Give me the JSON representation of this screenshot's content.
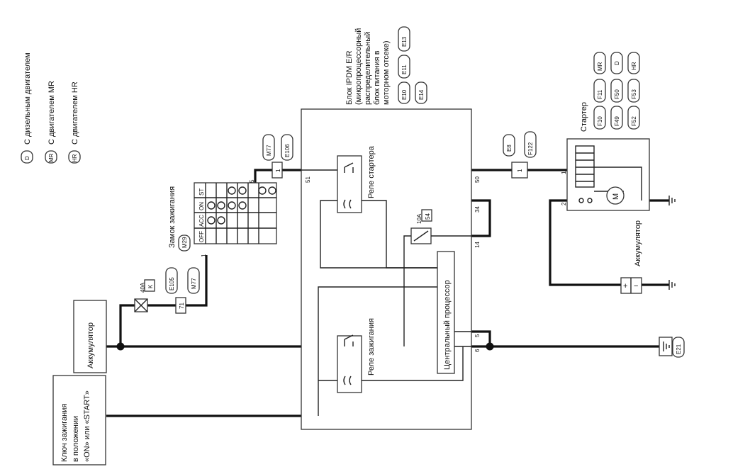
{
  "legend": [
    {
      "badge": "D",
      "text": "С дизельным двигателем"
    },
    {
      "badge": "MR",
      "text": "С двигателем MR"
    },
    {
      "badge": "HR",
      "text": "С двигателем HR"
    }
  ],
  "ignition_key_label": [
    "Ключ зажигания",
    "в положении",
    "«ON» или «START»"
  ],
  "battery_label": "Аккумулятор",
  "fuse_main": {
    "rating": "40A",
    "code": "K"
  },
  "connector_e105": {
    "pin": "71",
    "codes": [
      "E105",
      "M77"
    ]
  },
  "ignition_switch": {
    "title": "Замок зажигания",
    "code": "M29",
    "columns": [
      "OFF",
      "ACC",
      "ON",
      "ST"
    ],
    "pin_in": "1",
    "pin_out": "5"
  },
  "connector_e106": {
    "pin": "1",
    "codes": [
      "M77",
      "E106"
    ]
  },
  "ipdm": {
    "title_lines": [
      "Блок IPDM E/R",
      "(микропроцессорный",
      "распределительный",
      "блок питания в",
      "моторном отсеке)"
    ],
    "codes": [
      "E10",
      "E11",
      "E13",
      "E14"
    ],
    "starter_relay": "Реле стартера",
    "ignition_relay": "Реле зажигания",
    "cpu": "Центральный процессор",
    "fuse": {
      "rating": "10A",
      "code": "54"
    },
    "pins": {
      "p51": "51",
      "p50": "50",
      "p34": "34",
      "p14": "14",
      "p5": "5",
      "p6": "6"
    }
  },
  "connector_e8": {
    "pin": "1",
    "codes": [
      "E8",
      "F122"
    ]
  },
  "starter": {
    "title": "Стартер",
    "codes": [
      "F10",
      "F11",
      "MR",
      "F49",
      "F50",
      "D",
      "F52",
      "F53",
      "HR"
    ],
    "pin1": "1",
    "pin2": "2",
    "motor": "M"
  },
  "battery2": {
    "label": "Аккумулятор",
    "plus": "+",
    "minus": "−"
  },
  "ground_code": "E21"
}
